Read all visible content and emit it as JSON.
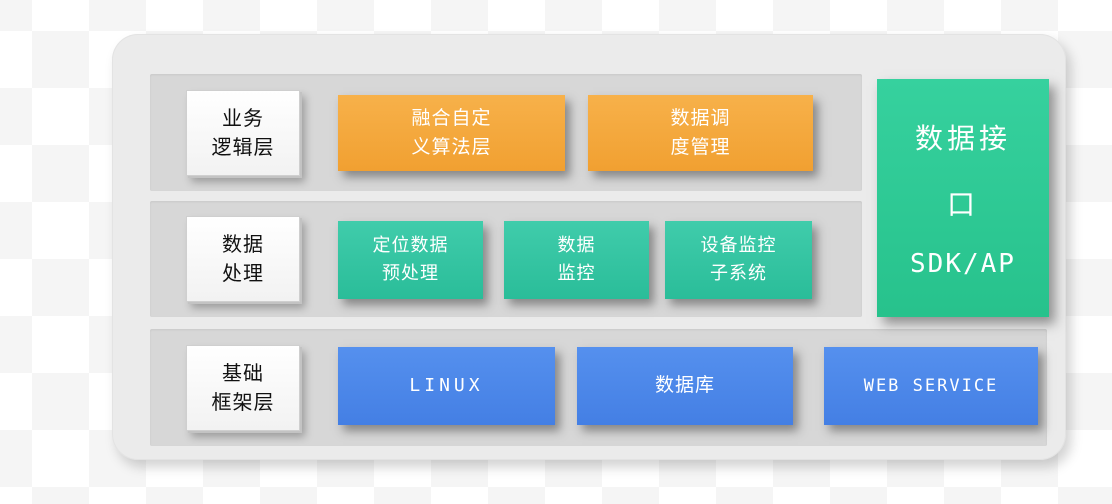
{
  "background": {
    "grid_cell_color": "#f5f5f5"
  },
  "panel": {
    "container_color": "#ebebeb",
    "band_color": "#d7d7d7",
    "rows": [
      {
        "label_lines": [
          "业务",
          "逻辑层"
        ],
        "box_color": "#F2A43A",
        "boxes": [
          {
            "lines": [
              "融合自定",
              "义算法层"
            ]
          },
          {
            "lines": [
              "数据调",
              "度管理"
            ]
          }
        ]
      },
      {
        "label_lines": [
          "数据",
          "处理"
        ],
        "box_color": "#32C4A0",
        "boxes": [
          {
            "lines": [
              "定位数据",
              "预处理"
            ]
          },
          {
            "lines": [
              "数据",
              "监控"
            ]
          },
          {
            "lines": [
              "设备监控",
              "子系统"
            ]
          }
        ]
      },
      {
        "label_lines": [
          "基础",
          "框架层"
        ],
        "box_color": "#4C87E8",
        "boxes": [
          {
            "lines": [
              "LINUX"
            ]
          },
          {
            "lines": [
              "数据库"
            ]
          },
          {
            "lines": [
              "WEB SERVICE"
            ]
          }
        ]
      }
    ],
    "side_box": {
      "color": "#2FCB96",
      "lines": [
        "数据接",
        "口",
        "SDK/AP"
      ]
    }
  }
}
